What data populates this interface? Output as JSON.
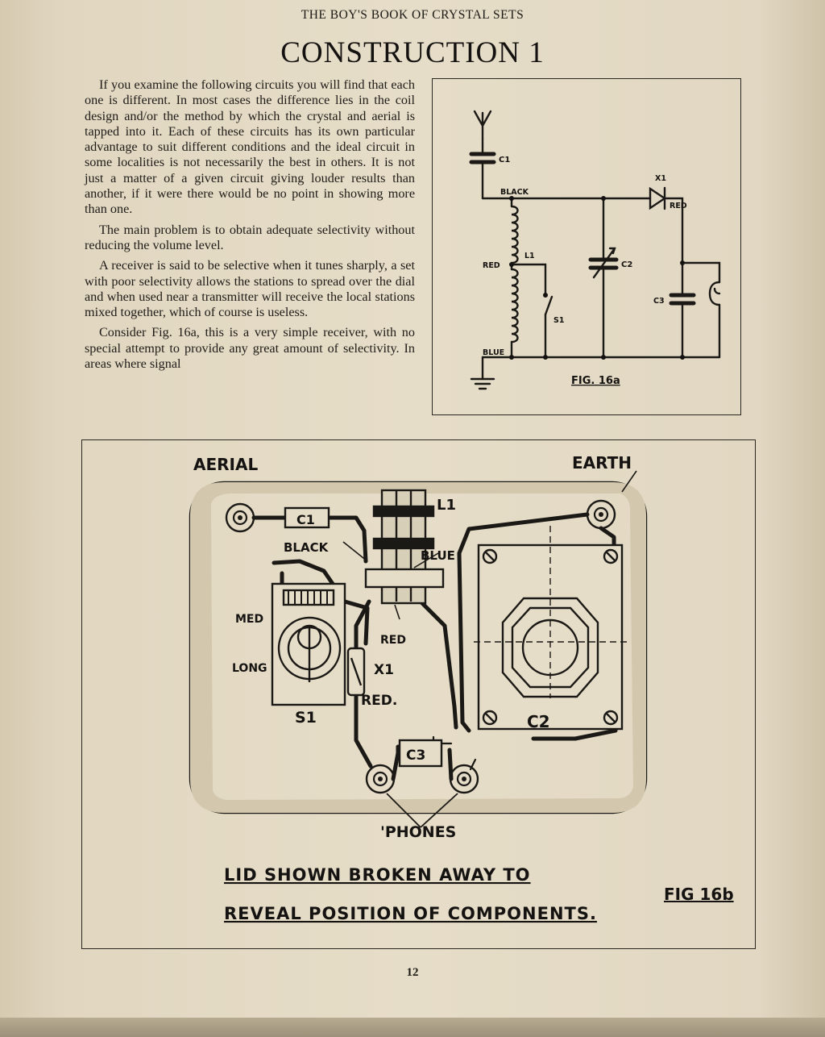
{
  "running_head": "THE BOY'S BOOK OF CRYSTAL SETS",
  "chapter_title": "CONSTRUCTION 1",
  "paragraphs": [
    "If you examine the following circuits you will find that each one is different. In most cases the difference lies in the coil design and/or the method by which the crystal and aerial is tapped into it. Each of these circuits has its own particular advantage to suit different conditions and the ideal circuit in some localities is not necessarily the best in others. It is not just a matter of a given circuit giving louder results than another, if it were there would be no point in showing more than one.",
    "The main problem is to obtain adequate selectivity without reducing the volume level.",
    "A receiver is said to be selective when it tunes sharply, a set with poor selectivity allows the stations to spread over the dial and when used near a transmitter will receive the local stations mixed together, which of course is useless.",
    "Consider Fig. 16a, this is a very simple receiver, with no special attempt to provide any great amount of selectivity. In areas where signal"
  ],
  "fig16a": {
    "caption": "FIG. 16a",
    "labels": {
      "c1": "C1",
      "black": "BLACK",
      "x1": "X1",
      "red_diode": "RED",
      "l1": "L1",
      "red_tap": "RED",
      "c2": "C2",
      "c3": "C3",
      "s1": "S1",
      "blue": "BLUE"
    }
  },
  "fig16b": {
    "caption": "FIG 16b",
    "note_line1": "LID SHOWN BROKEN AWAY TO",
    "note_line2": "REVEAL POSITION OF COMPONENTS.",
    "labels": {
      "aerial": "AERIAL",
      "earth": "EARTH",
      "c1": "C1",
      "l1": "L1",
      "black": "BLACK",
      "blue": "BLUE",
      "med": "MED",
      "long": "LONG",
      "red": "RED",
      "x1": "X1",
      "red_dot": "RED.",
      "s1": "S1",
      "c2": "C2",
      "c3": "C3",
      "phones": "'PHONES"
    }
  },
  "page_number": "12"
}
